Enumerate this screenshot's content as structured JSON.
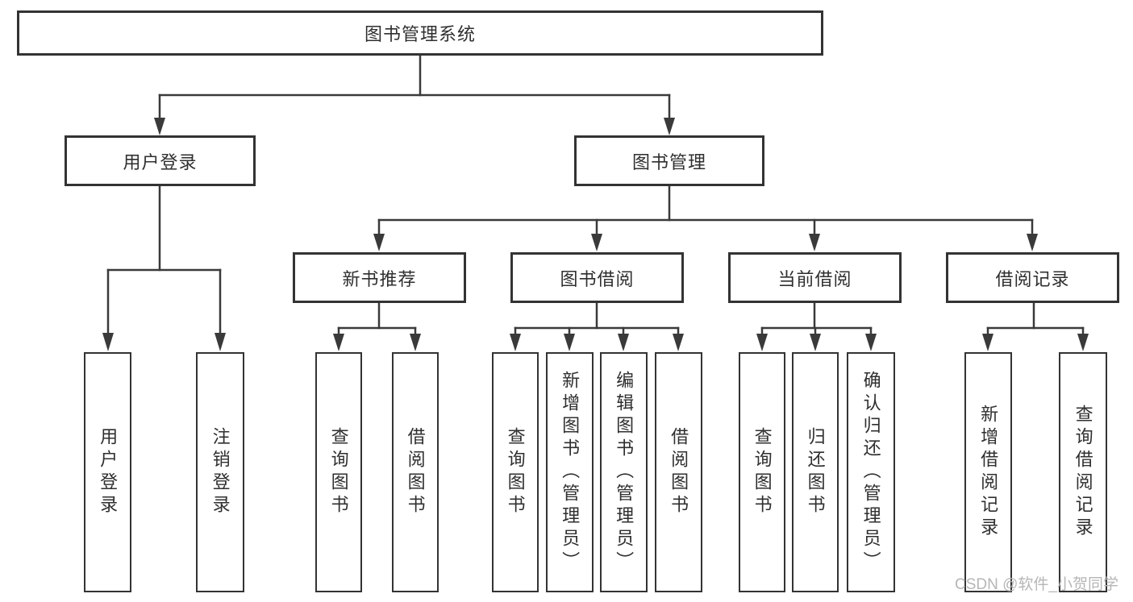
{
  "diagram": {
    "type": "tree",
    "root": {
      "label": "图书管理系统",
      "children": [
        {
          "label": "用户登录",
          "children": [
            {
              "label": "用户登录"
            },
            {
              "label": "注销登录"
            }
          ]
        },
        {
          "label": "图书管理",
          "children": [
            {
              "label": "新书推荐",
              "children": [
                {
                  "label": "查询图书"
                },
                {
                  "label": "借阅图书"
                }
              ]
            },
            {
              "label": "图书借阅",
              "children": [
                {
                  "label": "查询图书"
                },
                {
                  "label": "新增图书（管理员）"
                },
                {
                  "label": "编辑图书（管理员）"
                },
                {
                  "label": "借阅图书"
                }
              ]
            },
            {
              "label": "当前借阅",
              "children": [
                {
                  "label": "查询图书"
                },
                {
                  "label": "归还图书"
                },
                {
                  "label": "确认归还（管理员）"
                }
              ]
            },
            {
              "label": "借阅记录",
              "children": [
                {
                  "label": "新增借阅记录"
                },
                {
                  "label": "查询借阅记录"
                }
              ]
            }
          ]
        }
      ]
    }
  },
  "watermark": {
    "text": "CSDN @软件_小贺同学"
  },
  "colors": {
    "line": "#3a3a3a",
    "box_border": "#333333",
    "text": "#2f2f2f",
    "background": "#ffffff",
    "watermark": "#b6b6b6"
  }
}
